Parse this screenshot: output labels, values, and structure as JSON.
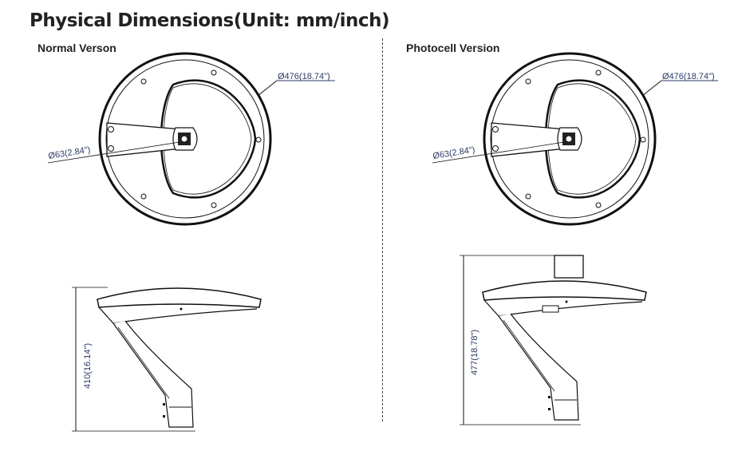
{
  "title": "Physical Dimensions(Unit: mm/inch)",
  "normal": {
    "label": "Normal Verson",
    "diameter": "Ø476(18.74\")",
    "pole": "Ø63(2.84\")",
    "height": "410(16.14\")"
  },
  "photocell": {
    "label": "Photocell Version",
    "diameter": "Ø476(18.74\")",
    "pole": "Ø63(2.84\")",
    "height": "477(18.78\")"
  },
  "colors": {
    "dimension_text": "#2b3a67",
    "line": "#111111"
  }
}
